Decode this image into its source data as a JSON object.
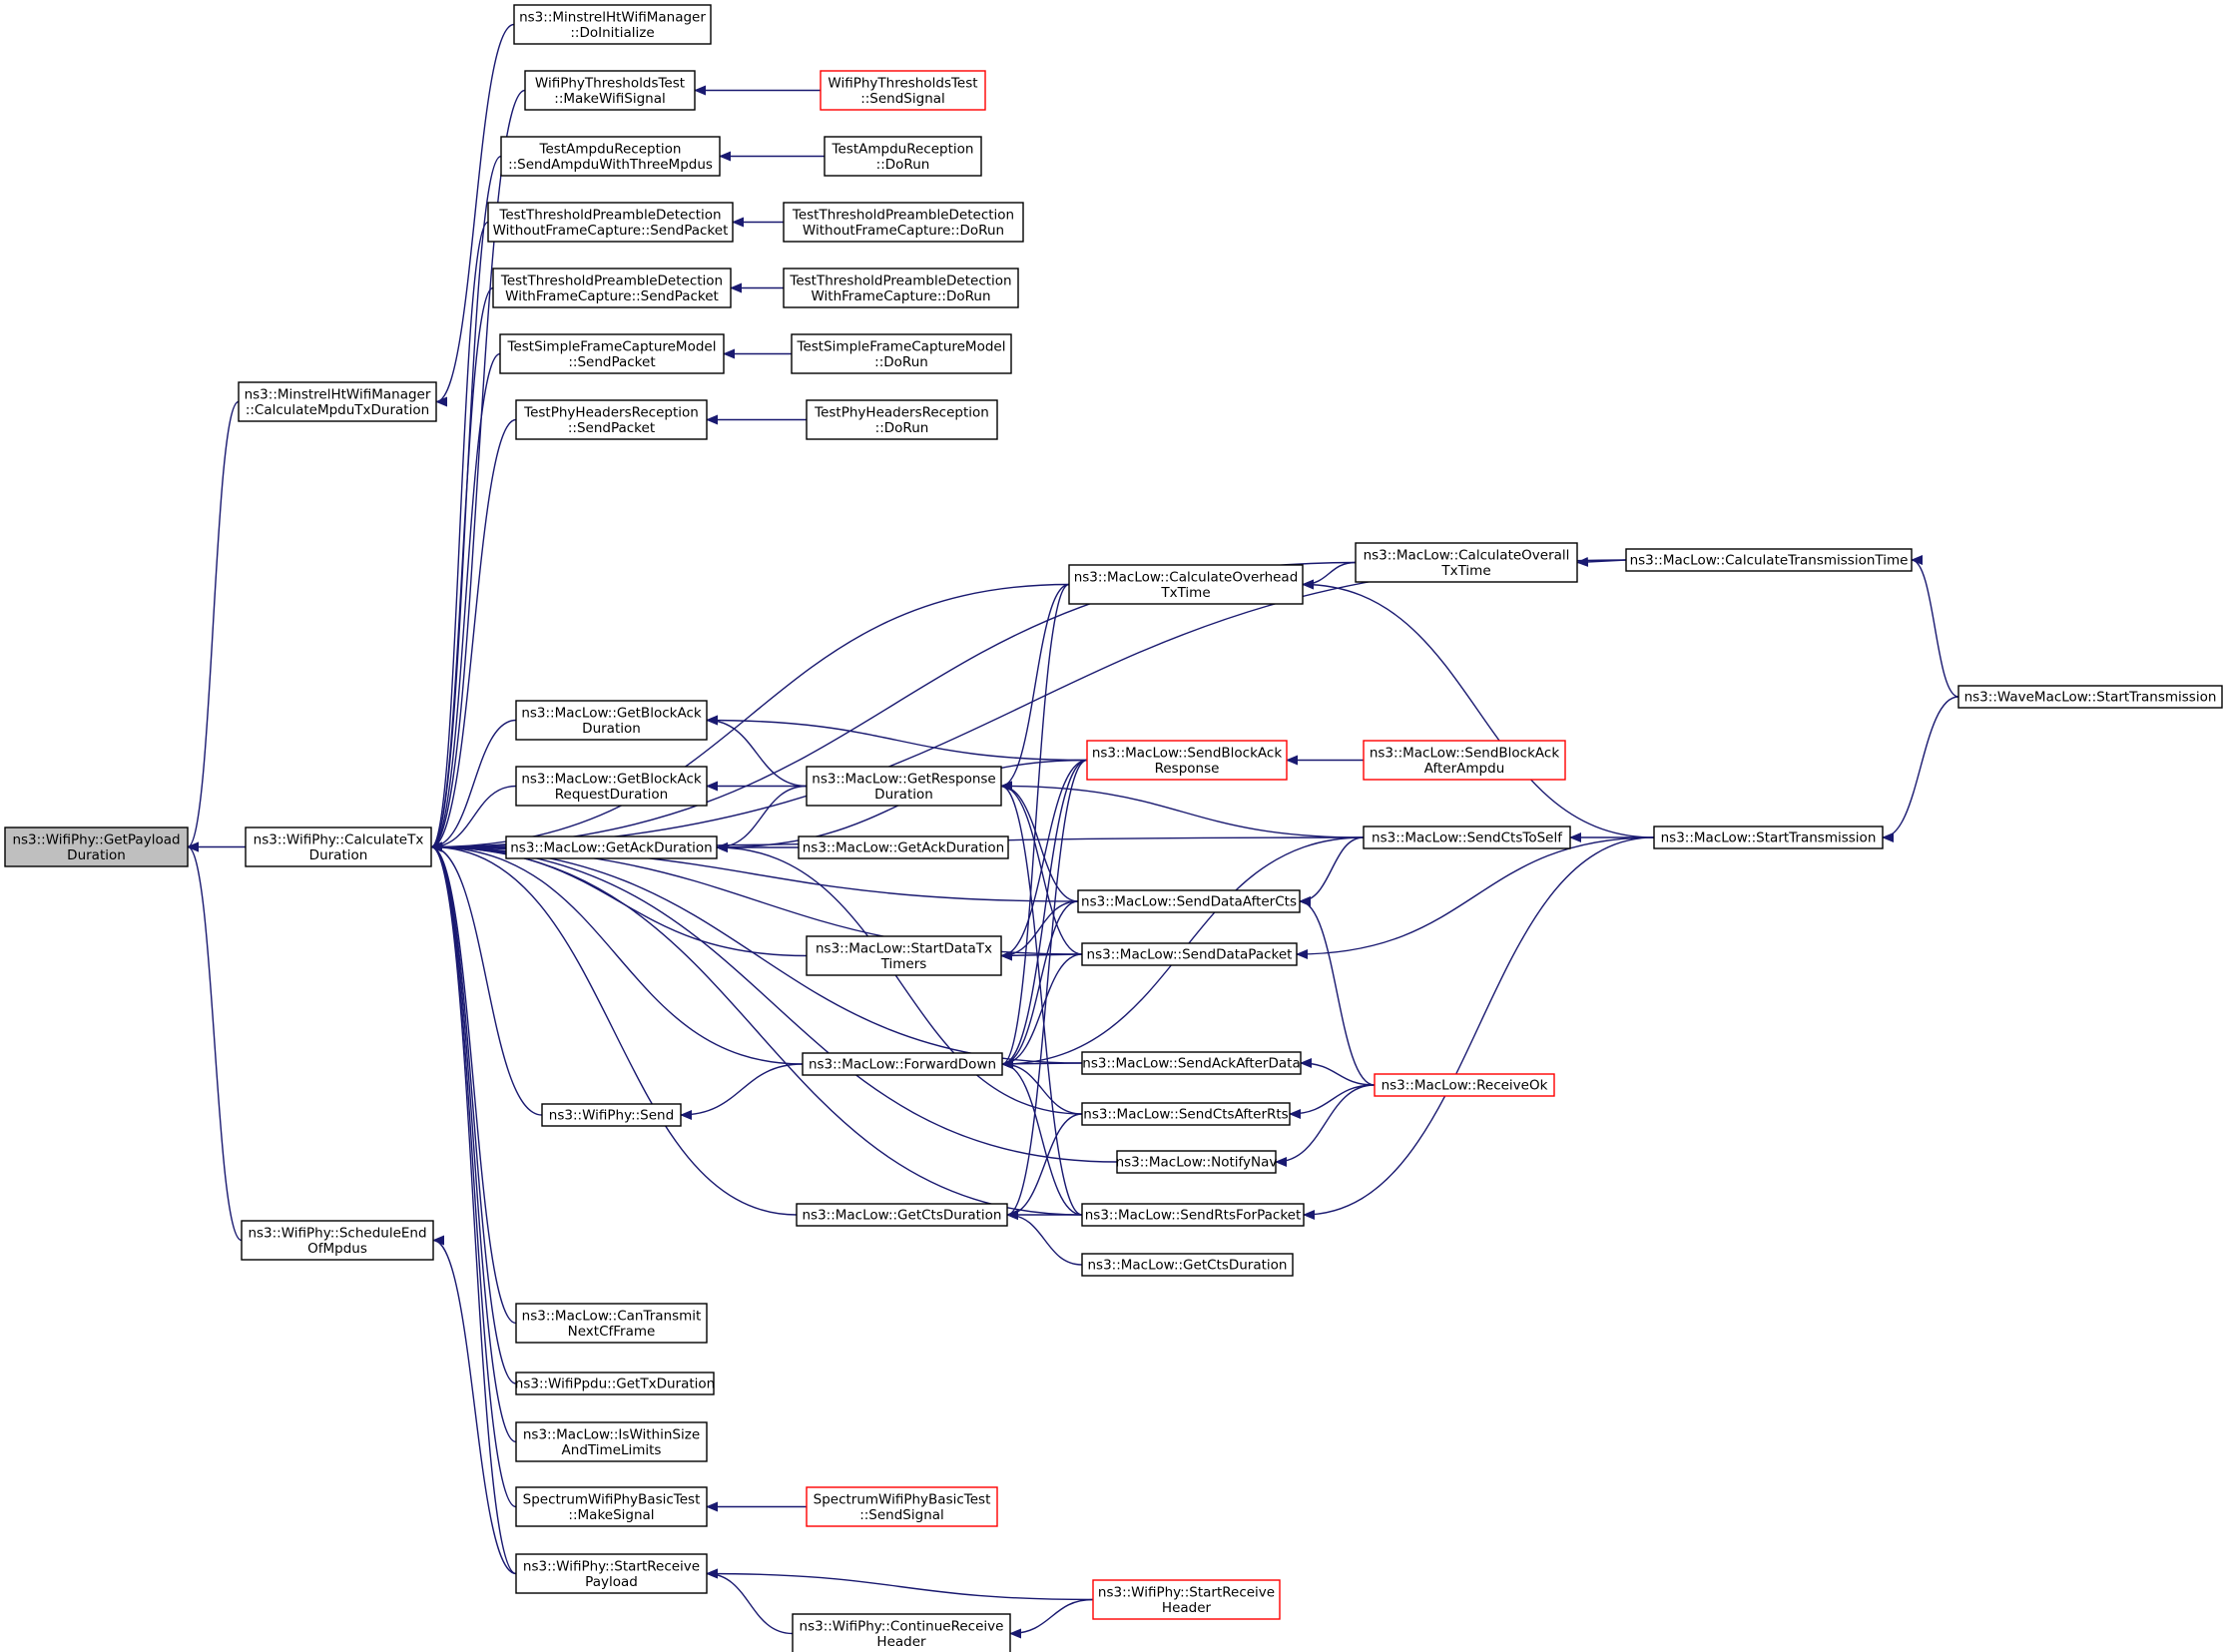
{
  "diagram": {
    "nodes": [
      {
        "id": "n0",
        "lines": [
          "ns3::WifiPhy::GetPayload",
          "Duration"
        ],
        "style": "root"
      },
      {
        "id": "n1",
        "lines": [
          "ns3::MinstrelHtWifiManager",
          "::CalculateMpduTxDuration"
        ],
        "style": "normal"
      },
      {
        "id": "n2",
        "lines": [
          "ns3::WifiPhy::CalculateTx",
          "Duration"
        ],
        "style": "normal"
      },
      {
        "id": "n3",
        "lines": [
          "ns3::WifiPhy::ScheduleEnd",
          "OfMpdus"
        ],
        "style": "normal"
      },
      {
        "id": "n4",
        "lines": [
          "ns3::MinstrelHtWifiManager",
          "::DoInitialize"
        ],
        "style": "normal"
      },
      {
        "id": "n5",
        "lines": [
          "WifiPhyThresholdsTest",
          "::MakeWifiSignal"
        ],
        "style": "normal"
      },
      {
        "id": "n6",
        "lines": [
          "TestAmpduReception",
          "::SendAmpduWithThreeMpdus"
        ],
        "style": "normal"
      },
      {
        "id": "n7",
        "lines": [
          "TestThresholdPreambleDetection",
          "WithoutFrameCapture::SendPacket"
        ],
        "style": "normal"
      },
      {
        "id": "n8",
        "lines": [
          "TestThresholdPreambleDetection",
          "WithFrameCapture::SendPacket"
        ],
        "style": "normal"
      },
      {
        "id": "n9",
        "lines": [
          "TestSimpleFrameCaptureModel",
          "::SendPacket"
        ],
        "style": "normal"
      },
      {
        "id": "n10",
        "lines": [
          "TestPhyHeadersReception",
          "::SendPacket"
        ],
        "style": "normal"
      },
      {
        "id": "n11",
        "lines": [
          "ns3::MacLow::GetBlockAck",
          "Duration"
        ],
        "style": "normal"
      },
      {
        "id": "n12",
        "lines": [
          "ns3::MacLow::GetBlockAck",
          "RequestDuration"
        ],
        "style": "normal"
      },
      {
        "id": "n13",
        "lines": [
          "ns3::MacLow::GetAckDuration"
        ],
        "style": "normal"
      },
      {
        "id": "n14",
        "lines": [
          "ns3::WifiPhy::Send"
        ],
        "style": "normal"
      },
      {
        "id": "n15",
        "lines": [
          "ns3::MacLow::CanTransmit",
          "NextCfFrame"
        ],
        "style": "normal"
      },
      {
        "id": "n16",
        "lines": [
          "ns3::WifiPpdu::GetTxDuration"
        ],
        "style": "normal"
      },
      {
        "id": "n17",
        "lines": [
          "ns3::MacLow::IsWithinSize",
          "AndTimeLimits"
        ],
        "style": "normal"
      },
      {
        "id": "n18",
        "lines": [
          "SpectrumWifiPhyBasicTest",
          "::MakeSignal"
        ],
        "style": "normal"
      },
      {
        "id": "n19",
        "lines": [
          "ns3::WifiPhy::StartReceive",
          "Payload"
        ],
        "style": "normal"
      },
      {
        "id": "n20",
        "lines": [
          "WifiPhyThresholdsTest",
          "::SendSignal"
        ],
        "style": "red"
      },
      {
        "id": "n21",
        "lines": [
          "TestAmpduReception",
          "::DoRun"
        ],
        "style": "normal"
      },
      {
        "id": "n22",
        "lines": [
          "TestThresholdPreambleDetection",
          "WithoutFrameCapture::DoRun"
        ],
        "style": "normal"
      },
      {
        "id": "n23",
        "lines": [
          "TestThresholdPreambleDetection",
          "WithFrameCapture::DoRun"
        ],
        "style": "normal"
      },
      {
        "id": "n24",
        "lines": [
          "TestSimpleFrameCaptureModel",
          "::DoRun"
        ],
        "style": "normal"
      },
      {
        "id": "n25",
        "lines": [
          "TestPhyHeadersReception",
          "::DoRun"
        ],
        "style": "normal"
      },
      {
        "id": "n26",
        "lines": [
          "ns3::MacLow::GetResponse",
          "Duration"
        ],
        "style": "normal"
      },
      {
        "id": "n27",
        "lines": [
          "ns3::MacLow::GetAckDuration"
        ],
        "style": "normal"
      },
      {
        "id": "n28",
        "lines": [
          "ns3::MacLow::StartDataTx",
          "Timers"
        ],
        "style": "normal"
      },
      {
        "id": "n29",
        "lines": [
          "ns3::MacLow::ForwardDown"
        ],
        "style": "normal"
      },
      {
        "id": "n30",
        "lines": [
          "ns3::MacLow::GetCtsDuration"
        ],
        "style": "normal"
      },
      {
        "id": "n31",
        "lines": [
          "SpectrumWifiPhyBasicTest",
          "::SendSignal"
        ],
        "style": "red"
      },
      {
        "id": "n32",
        "lines": [
          "ns3::WifiPhy::ContinueReceive",
          "Header"
        ],
        "style": "normal"
      },
      {
        "id": "n33",
        "lines": [
          "ns3::MacLow::CalculateOverhead",
          "TxTime"
        ],
        "style": "normal"
      },
      {
        "id": "n34",
        "lines": [
          "ns3::MacLow::SendBlockAck",
          "Response"
        ],
        "style": "red"
      },
      {
        "id": "n35",
        "lines": [
          "ns3::MacLow::SendDataAfterCts"
        ],
        "style": "normal"
      },
      {
        "id": "n36",
        "lines": [
          "ns3::MacLow::SendDataPacket"
        ],
        "style": "normal"
      },
      {
        "id": "n37",
        "lines": [
          "ns3::MacLow::SendAckAfterData"
        ],
        "style": "normal"
      },
      {
        "id": "n38",
        "lines": [
          "ns3::MacLow::SendCtsAfterRts"
        ],
        "style": "normal"
      },
      {
        "id": "n39",
        "lines": [
          "ns3::MacLow::NotifyNav"
        ],
        "style": "normal"
      },
      {
        "id": "n40",
        "lines": [
          "ns3::MacLow::SendRtsForPacket"
        ],
        "style": "normal"
      },
      {
        "id": "n41",
        "lines": [
          "ns3::MacLow::GetCtsDuration"
        ],
        "style": "normal"
      },
      {
        "id": "n42",
        "lines": [
          "ns3::WifiPhy::StartReceive",
          "Header"
        ],
        "style": "red"
      },
      {
        "id": "n43",
        "lines": [
          "ns3::MacLow::CalculateOverall",
          "TxTime"
        ],
        "style": "normal"
      },
      {
        "id": "n44",
        "lines": [
          "ns3::MacLow::SendBlockAck",
          "AfterAmpdu"
        ],
        "style": "red"
      },
      {
        "id": "n45",
        "lines": [
          "ns3::MacLow::SendCtsToSelf"
        ],
        "style": "normal"
      },
      {
        "id": "n46",
        "lines": [
          "ns3::MacLow::ReceiveOk"
        ],
        "style": "red"
      },
      {
        "id": "n47",
        "lines": [
          "ns3::MacLow::CalculateTransmissionTime"
        ],
        "style": "normal"
      },
      {
        "id": "n48",
        "lines": [
          "ns3::MacLow::StartTransmission"
        ],
        "style": "normal"
      },
      {
        "id": "n49",
        "lines": [
          "ns3::WaveMacLow::StartTransmission"
        ],
        "style": "normal"
      }
    ],
    "edges": [
      [
        "n0",
        "n1"
      ],
      [
        "n0",
        "n2"
      ],
      [
        "n0",
        "n3"
      ],
      [
        "n1",
        "n4"
      ],
      [
        "n2",
        "n5"
      ],
      [
        "n2",
        "n6"
      ],
      [
        "n2",
        "n7"
      ],
      [
        "n2",
        "n8"
      ],
      [
        "n2",
        "n9"
      ],
      [
        "n2",
        "n10"
      ],
      [
        "n2",
        "n11"
      ],
      [
        "n2",
        "n12"
      ],
      [
        "n2",
        "n13"
      ],
      [
        "n2",
        "n14"
      ],
      [
        "n2",
        "n15"
      ],
      [
        "n2",
        "n16"
      ],
      [
        "n2",
        "n17"
      ],
      [
        "n2",
        "n18"
      ],
      [
        "n2",
        "n19"
      ],
      [
        "n2",
        "n47"
      ],
      [
        "n2",
        "n43"
      ],
      [
        "n2",
        "n33"
      ],
      [
        "n2",
        "n45"
      ],
      [
        "n2",
        "n35"
      ],
      [
        "n2",
        "n28"
      ],
      [
        "n2",
        "n36"
      ],
      [
        "n2",
        "n29"
      ],
      [
        "n2",
        "n37"
      ],
      [
        "n2",
        "n39"
      ],
      [
        "n2",
        "n30"
      ],
      [
        "n2",
        "n40"
      ],
      [
        "n3",
        "n19"
      ],
      [
        "n5",
        "n20"
      ],
      [
        "n6",
        "n21"
      ],
      [
        "n7",
        "n22"
      ],
      [
        "n8",
        "n23"
      ],
      [
        "n9",
        "n24"
      ],
      [
        "n10",
        "n25"
      ],
      [
        "n11",
        "n26"
      ],
      [
        "n11",
        "n34"
      ],
      [
        "n12",
        "n26"
      ],
      [
        "n13",
        "n26"
      ],
      [
        "n13",
        "n27"
      ],
      [
        "n13",
        "n34"
      ],
      [
        "n13",
        "n38"
      ],
      [
        "n14",
        "n29"
      ],
      [
        "n18",
        "n31"
      ],
      [
        "n19",
        "n42"
      ],
      [
        "n19",
        "n32"
      ],
      [
        "n32",
        "n42"
      ],
      [
        "n26",
        "n33"
      ],
      [
        "n26",
        "n45"
      ],
      [
        "n26",
        "n35"
      ],
      [
        "n26",
        "n36"
      ],
      [
        "n26",
        "n40"
      ],
      [
        "n28",
        "n34"
      ],
      [
        "n28",
        "n35"
      ],
      [
        "n28",
        "n36"
      ],
      [
        "n29",
        "n33"
      ],
      [
        "n29",
        "n34"
      ],
      [
        "n29",
        "n35"
      ],
      [
        "n29",
        "n36"
      ],
      [
        "n29",
        "n45"
      ],
      [
        "n29",
        "n37"
      ],
      [
        "n29",
        "n38"
      ],
      [
        "n29",
        "n40"
      ],
      [
        "n30",
        "n34"
      ],
      [
        "n30",
        "n38"
      ],
      [
        "n30",
        "n40"
      ],
      [
        "n30",
        "n41"
      ],
      [
        "n33",
        "n43"
      ],
      [
        "n33",
        "n48"
      ],
      [
        "n34",
        "n44"
      ],
      [
        "n35",
        "n45"
      ],
      [
        "n35",
        "n46"
      ],
      [
        "n36",
        "n48"
      ],
      [
        "n37",
        "n46"
      ],
      [
        "n38",
        "n46"
      ],
      [
        "n39",
        "n46"
      ],
      [
        "n40",
        "n48"
      ],
      [
        "n43",
        "n47"
      ],
      [
        "n45",
        "n48"
      ],
      [
        "n47",
        "n49"
      ],
      [
        "n48",
        "n49"
      ]
    ]
  }
}
